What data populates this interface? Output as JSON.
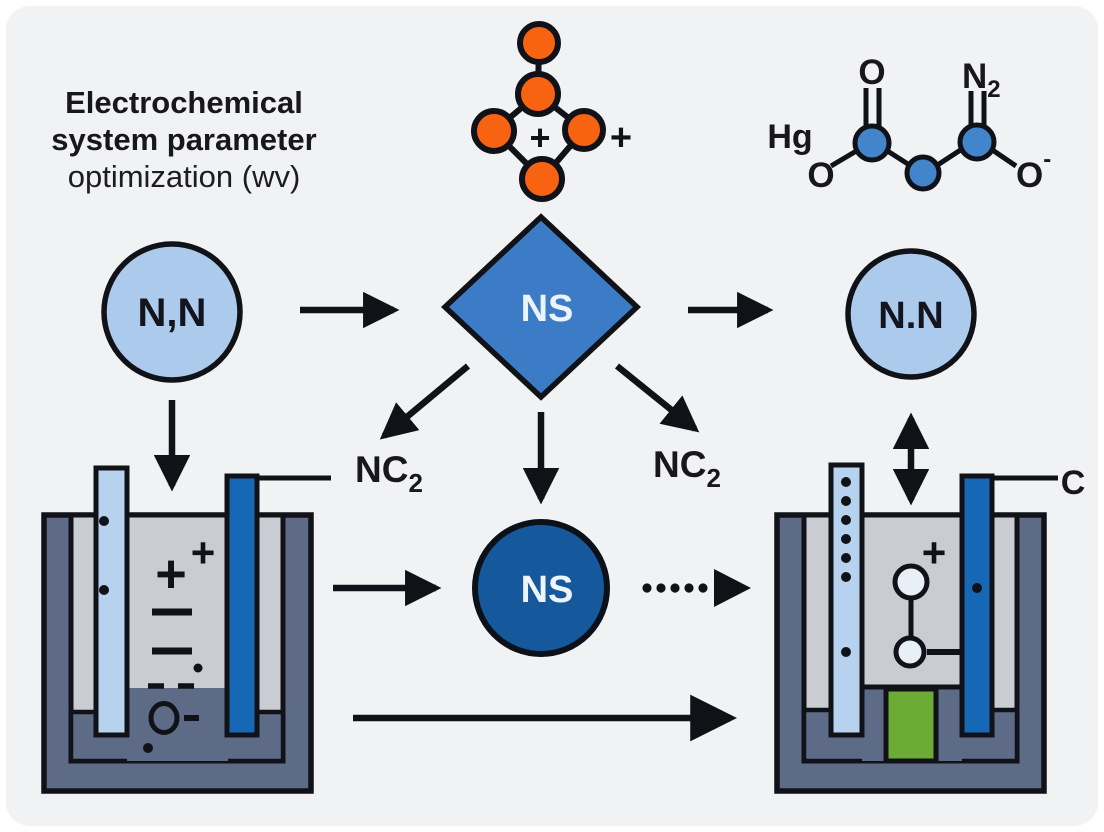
{
  "title": {
    "line1": "Electrochemical",
    "line2": "system parameter",
    "line3": "optimization (wv)"
  },
  "cation_molecule": {
    "plus_inner": "+",
    "plus_outer": "+"
  },
  "anion_molecule": {
    "hg": "Hg",
    "o_top": "O",
    "n_base": "N",
    "n_sub": "2",
    "o_left": "O",
    "o_right_base": "O",
    "o_right_sup": "-"
  },
  "flow": {
    "reactant_label": "N,N",
    "process_label": "NS",
    "product_label": "N.N",
    "intermediate_label": "NS",
    "nc2_left": {
      "base": "NC",
      "sub": "2"
    },
    "nc2_right": {
      "base": "NC",
      "sub": "2"
    }
  },
  "left_cell": {
    "plus_large": "+",
    "plus_small": "+",
    "minus_symbols": [
      "−",
      "−"
    ],
    "ion_symbol": "O−"
  },
  "right_cell": {
    "plus": "+",
    "minus_symbol": "−",
    "wire_label": "C"
  },
  "colors": {
    "background": "#f1f2f4",
    "orange": "#f76311",
    "atom_blue": "#4285ca",
    "light_blue": "#abcaec",
    "mid_blue": "#3c7cc7",
    "dark_blue": "#15589c",
    "slate": "#5e6b87",
    "beaker_gray": "#c9ccd3",
    "electrode_light": "#b7d2ee",
    "electrode_blue": "#1668b4",
    "green": "#6cab35",
    "ink": "#111118"
  }
}
